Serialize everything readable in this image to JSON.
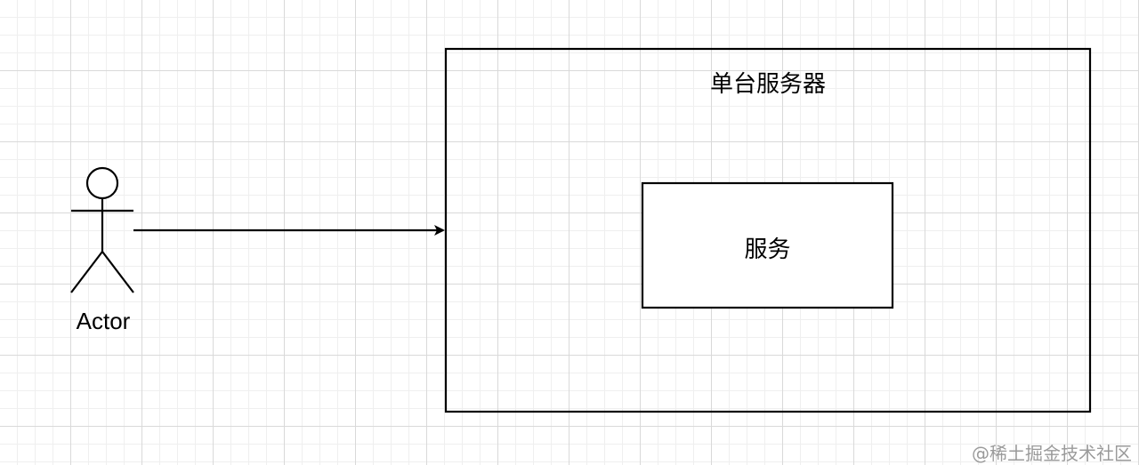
{
  "diagram": {
    "actor": {
      "label": "Actor"
    },
    "server": {
      "title": "单台服务器"
    },
    "service": {
      "label": "服务"
    },
    "colors": {
      "stroke": "#000000",
      "grid_major": "#d9d9d9",
      "grid_minor": "#efefef",
      "watermark": "#9a9a9a"
    }
  },
  "watermark": {
    "text": "@稀土掘金技术社区"
  }
}
